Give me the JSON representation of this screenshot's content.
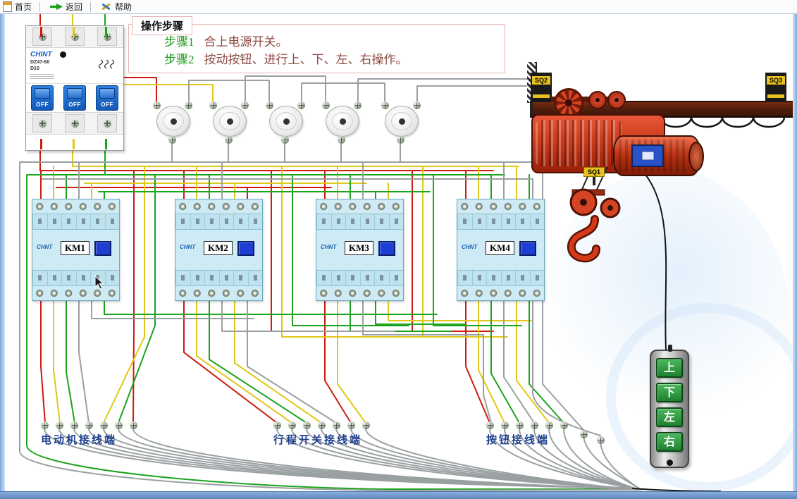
{
  "toolbar": {
    "home_label": "首页",
    "back_label": "返回",
    "help_label": "帮助"
  },
  "steps_panel": {
    "title": "操作步骤",
    "step1_no": "步骤1",
    "step1_text": "合上电源开关。",
    "step2_no": "步骤2",
    "step2_text": "按动按钮、进行上、下、左、右操作。"
  },
  "breaker": {
    "brand": "CHINT",
    "model": "DZ47-60",
    "rating": "D15",
    "off1": "OFF",
    "off2": "OFF",
    "off3": "OFF"
  },
  "contactors": {
    "brand": "CHNT",
    "km1": "KM1",
    "km2": "KM2",
    "km3": "KM3",
    "km4": "KM4"
  },
  "hoist": {
    "sq1": "SQ1",
    "sq2": "SQ2",
    "sq3": "SQ3"
  },
  "pendant": {
    "up": "上",
    "down": "下",
    "left": "左",
    "right": "右"
  },
  "terminals": {
    "motor": "电动机接线端",
    "limit": "行程开关接线端",
    "button": "按钮接线端"
  },
  "colors": {
    "wire_red": "#cf1a10",
    "wire_yellow": "#e0c818",
    "wire_green": "#1ea31e",
    "wire_gray": "#9aa0a2",
    "button_green": "#1e8030",
    "accent_blue": "#2a52c8"
  }
}
